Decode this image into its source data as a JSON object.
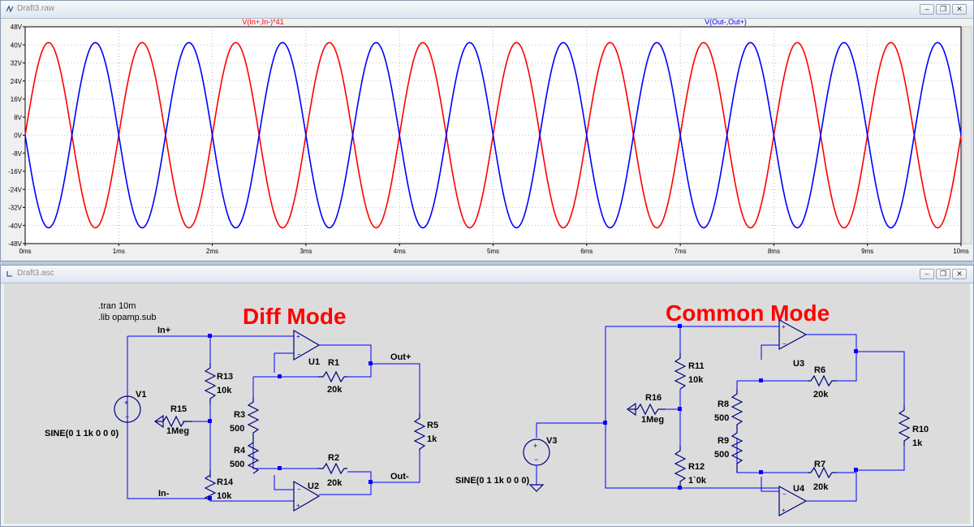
{
  "waveform_window": {
    "title": "Draft3.raw",
    "window_buttons": [
      "minimize",
      "restore",
      "close"
    ]
  },
  "schematic_window": {
    "title": "Draft3.asc",
    "window_buttons": [
      "minimize",
      "restore",
      "close"
    ]
  },
  "chart_data": {
    "type": "line",
    "x_unit": "ms",
    "xlim": [
      0,
      10
    ],
    "ylim": [
      -48,
      48
    ],
    "x_ticks": [
      "0ms",
      "1ms",
      "2ms",
      "3ms",
      "4ms",
      "5ms",
      "6ms",
      "7ms",
      "8ms",
      "9ms",
      "10ms"
    ],
    "y_ticks": [
      "48V",
      "40V",
      "32V",
      "24V",
      "16V",
      "8V",
      "0V",
      "-8V",
      "-16V",
      "-24V",
      "-32V",
      "-40V",
      "-48V"
    ],
    "grid": true,
    "series": [
      {
        "name": "V(In+,In-)*41",
        "color": "#ff0000",
        "shape": "sine",
        "amplitude": 41,
        "frequency_khz": 1,
        "phase_deg": 0
      },
      {
        "name": "V(Out-,Out+)",
        "color": "#0000ff",
        "shape": "sine",
        "amplitude": 41,
        "frequency_khz": 1,
        "phase_deg": 180
      }
    ]
  },
  "schematic": {
    "directives": [
      ".tran 10m",
      ".lib opamp.sub"
    ],
    "headings": {
      "diff": "Diff Mode",
      "common": "Common Mode"
    },
    "net_labels": {
      "in_plus": "In+",
      "in_minus": "In-",
      "out_plus": "Out+",
      "out_minus": "Out-"
    },
    "diff_components": {
      "v1": {
        "name": "V1",
        "value": "SINE(0 1 1k 0 0 0)"
      },
      "r13": {
        "name": "R13",
        "value": "10k"
      },
      "r14": {
        "name": "R14",
        "value": "10k"
      },
      "r15": {
        "name": "R15",
        "value": "1Meg"
      },
      "r3": {
        "name": "R3",
        "value": "500"
      },
      "r4": {
        "name": "R4",
        "value": "500"
      },
      "r1": {
        "name": "R1",
        "value": "20k"
      },
      "r2": {
        "name": "R2",
        "value": "20k"
      },
      "r5": {
        "name": "R5",
        "value": "1k"
      },
      "u1": {
        "name": "U1"
      },
      "u2": {
        "name": "U2"
      }
    },
    "common_components": {
      "v3": {
        "name": "V3",
        "value": "SINE(0 1 1k 0 0 0)"
      },
      "r11": {
        "name": "R11",
        "value": "10k"
      },
      "r12": {
        "name": "R12",
        "value": "1`0k"
      },
      "r16": {
        "name": "R16",
        "value": "1Meg"
      },
      "r8": {
        "name": "R8",
        "value": "500"
      },
      "r9": {
        "name": "R9",
        "value": "500"
      },
      "r6": {
        "name": "R6",
        "value": "20k"
      },
      "r7": {
        "name": "R7",
        "value": "20k"
      },
      "r10": {
        "name": "R10",
        "value": "1k"
      },
      "u3": {
        "name": "U3"
      },
      "u4": {
        "name": "U4"
      }
    },
    "colors": {
      "wire": "#0000ff",
      "component": "#000080",
      "junction": "#0000ff",
      "heading": "#ff0000",
      "background": "#dcdcdc"
    }
  }
}
